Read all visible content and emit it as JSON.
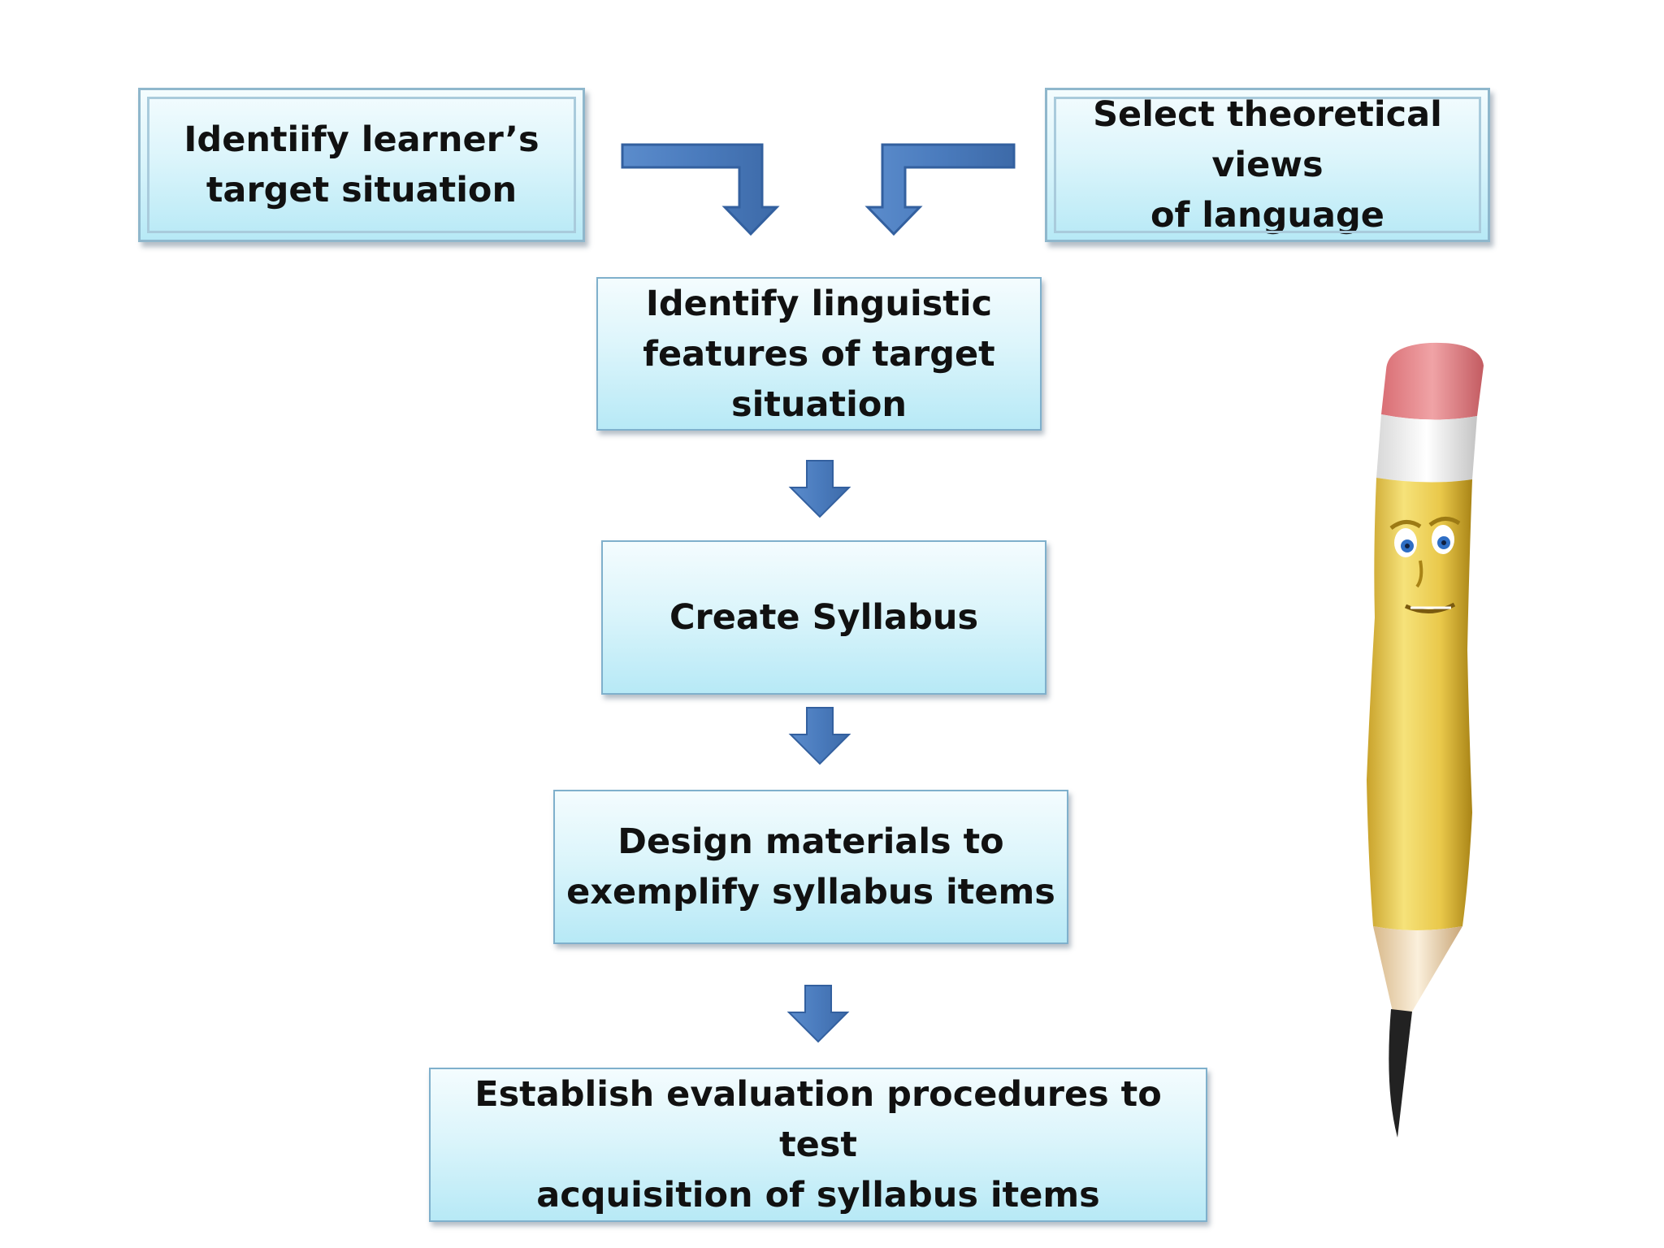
{
  "diagram": {
    "nodes": {
      "target_situation": {
        "lines": "Identiify learner’s\ntarget situation"
      },
      "theoretical_views": {
        "lines": "Select theoretical views\nof language"
      },
      "linguistic_features": {
        "lines": "Identify  linguistic\nfeatures of target\nsituation"
      },
      "create_syllabus": {
        "lines": "Create Syllabus"
      },
      "design_materials": {
        "lines": "Design materials to\nexemplify syllabus items"
      },
      "evaluation": {
        "lines": "Establish evaluation procedures to test\nacquisition of syllabus items"
      }
    },
    "edges": [
      {
        "from": "target_situation",
        "to": "linguistic_features"
      },
      {
        "from": "theoretical_views",
        "to": "linguistic_features"
      },
      {
        "from": "linguistic_features",
        "to": "create_syllabus"
      },
      {
        "from": "create_syllabus",
        "to": "design_materials"
      },
      {
        "from": "design_materials",
        "to": "evaluation"
      }
    ]
  },
  "colors": {
    "box_top": "#f4fcfe",
    "box_bottom": "#b7e9f6",
    "box_border": "#7fb0cc",
    "arrow_fill": "#4f7fc0",
    "arrow_stroke": "#33609f"
  },
  "illustration": {
    "icon": "pencil-mascot-icon"
  }
}
